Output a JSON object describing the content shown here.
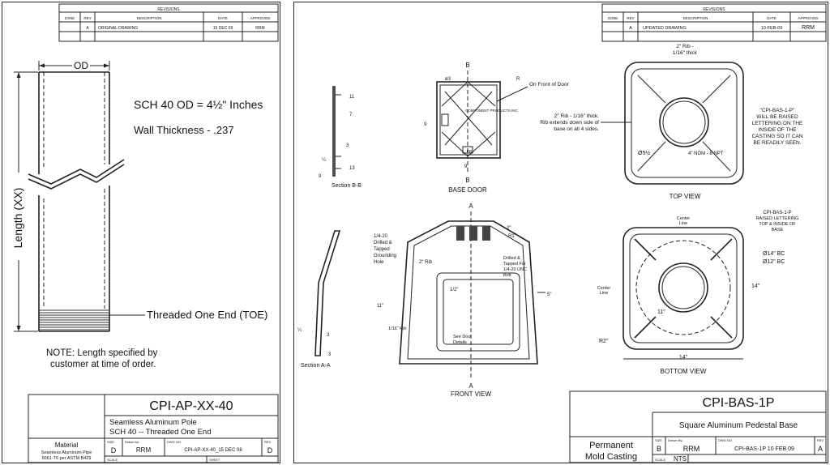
{
  "sheet1": {
    "revisions": {
      "title": "REVISIONS",
      "headers": [
        "ZONE",
        "REV",
        "DESCRIPTION",
        "DATE",
        "APPROVED"
      ],
      "rows": [
        [
          "",
          "A",
          "ORIGINAL DRAWING",
          "15 DEC 09",
          "RRM"
        ]
      ]
    },
    "od_label": "OD",
    "length_label": "Length (XX)",
    "spec_od": "SCH 40 OD = 4½\" Inches",
    "wall": "Wall Thickness - .237",
    "toe": "Threaded One End (TOE)",
    "note_line1": "NOTE:  Length specified by",
    "note_line2": "customer at time of order.",
    "title_block": {
      "part_no": "CPI-AP-XX-40",
      "desc1": "Seamless Aluminum Pole",
      "desc2": "SCH 40 -- Threaded One End",
      "material_label": "Material",
      "material1": "Seamless Aluminum Pipe",
      "material2": "6061-T6 per ASTM B429",
      "size_label": "SIZE",
      "size": "D",
      "drawn_label": "Drawn by:",
      "drawn": "RRM",
      "dwg_label": "DWG NO.",
      "dwg": "CPI-AP-XX-40_15 DEC 08",
      "rev_label": "REV",
      "rev": "D",
      "scale_label": "SCALE",
      "sheet_label": "SHEET"
    }
  },
  "sheet2": {
    "revisions": {
      "title": "REVISIONS",
      "headers": [
        "ZONE",
        "REV",
        "DESCRIPTION",
        "DATE",
        "APPROVED"
      ],
      "rows": [
        [
          "",
          "A",
          "UPDATED DRAWING",
          "10-FEB-09",
          "RRM"
        ]
      ]
    },
    "views": {
      "base_door": "BASE DOOR",
      "section_bb": "Section B-B",
      "top_view": "TOP VIEW",
      "front_view": "FRONT VIEW",
      "section_aa": "Section A-A",
      "bottom_view": "BOTTOM VIEW"
    },
    "labels": {
      "b_top": "B",
      "b_bot": "B",
      "a_top": "A",
      "a_bot": "A",
      "on_front_of_door": "On Front of Door",
      "rib_top1": "2\" Rib -",
      "rib_top2": "1/16\" thick",
      "rib_note1": "2\" Rib - 1/16\" thick.",
      "rib_note2": "Rib extends down side of",
      "rib_note3": "base on all 4 sides.",
      "npt": "4\" NOM - 8 NPT",
      "raised1_l1": "\"CPI-BAS-1-P\"",
      "raised1_l2": "WILL BE RAISED",
      "raised1_l3": "LETTERING ON THE",
      "raised1_l4": "INSIDE OF THE",
      "raised1_l5": "CASTING SO IT CAN",
      "raised1_l6": "BE READILY SEEN.",
      "raised2_l1": "CPI-BAS-1-P",
      "raised2_l2": "RAISED LETTERING",
      "raised2_l3": "TOP & INSIDE OF",
      "raised2_l4": "BASE",
      "drilled1": "1/4-20",
      "drilled2": "Drilled &",
      "drilled3": "Tapped",
      "drilled4": "Grounding",
      "drilled5": "Hole",
      "drilled_b1": "Drilled &",
      "drilled_b2": "Tapped For",
      "drilled_b3": "1/4-20 UNC",
      "drilled_b4": "Bolt",
      "rib2": "2\" Rib",
      "rib116": "1/16\" Rib",
      "see_door1": "See Door",
      "see_door2": "Details",
      "center_line1": "Center",
      "center_line2": "Line",
      "bc14": "Ø14\" BC",
      "bc12": "Ø12\" BC",
      "d14a": "14\"",
      "d14b": "14\"",
      "r2": "R2\"",
      "r1": "R1\"",
      "dim_2": "2\"",
      "dim_5": "5\"",
      "dim_11": "11\"",
      "dim_half": "1/2\"",
      "phi55": "Ø5½",
      "logo_text": "COMPONENT PRODUCTS INC.",
      "door_mark": "FR"
    },
    "title_block": {
      "part_no": "CPI-BAS-1P",
      "desc": "Square Aluminum Pedestal Base",
      "material1": "Permanent",
      "material2": "Mold Casting",
      "size_label": "SIZE",
      "size": "B",
      "drawn_label": "Drawn By:",
      "drawn": "RRM",
      "dwg_label": "DWG NO.",
      "dwg": "CPI-BAS-1P 10 FEB 09",
      "rev_label": "REV",
      "rev": "A",
      "scale_label": "SCALE",
      "scale": "NTS"
    }
  }
}
